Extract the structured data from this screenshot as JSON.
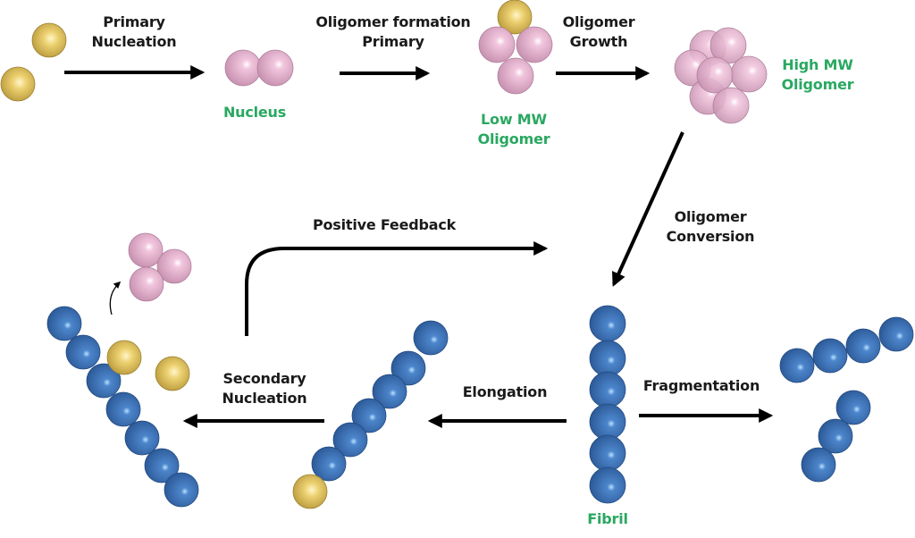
{
  "colors": {
    "monomer": "#e6c862",
    "oligomer": "#e3aacb",
    "fibril": "#3f74bb",
    "label_green": "#2aa861",
    "arrow": "#000000"
  },
  "processes": {
    "primary_nucleation": [
      "Primary",
      "Nucleation"
    ],
    "oligomer_formation": [
      "Oligomer formation",
      "Primary"
    ],
    "oligomer_growth": [
      "Oligomer",
      "Growth"
    ],
    "oligomer_conversion": [
      "Oligomer",
      "Conversion"
    ],
    "positive_feedback": "Positive Feedback",
    "elongation": "Elongation",
    "fragmentation": "Fragmentation",
    "secondary_nucleation": [
      "Secondary",
      "Nucleation"
    ]
  },
  "species": {
    "nucleus": "Nucleus",
    "low_mw": [
      "Low MW",
      "Oligomer"
    ],
    "high_mw": [
      "High MW",
      "Oligomer"
    ],
    "fibril": "Fibril"
  }
}
